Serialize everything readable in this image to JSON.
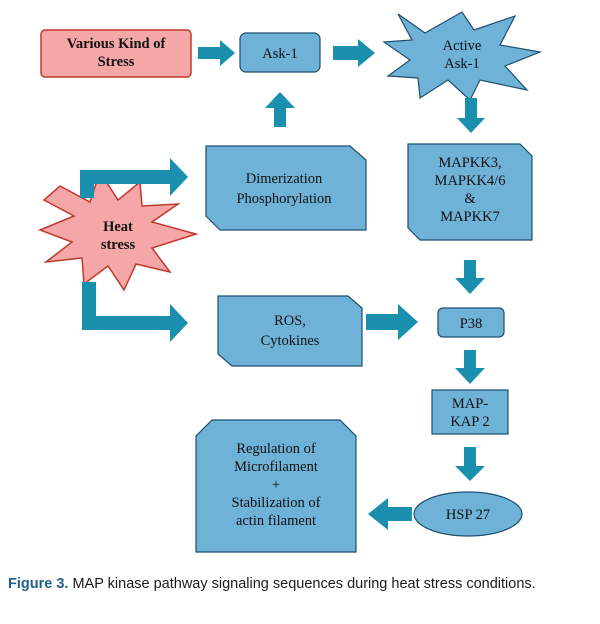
{
  "diagram": {
    "stress": "Various Kind of Stress",
    "ask1": "Ask-1",
    "active_ask1": "Active Ask-1",
    "heat_stress": "Heat stress",
    "dimerization": "Dimerization Phosphorylation",
    "mapkk": "MAPKK3, MAPKK4/6 & MAPKK7",
    "ros": "ROS, Cytokines",
    "p38": "P38",
    "mapkap2": "MAP- KAP 2",
    "regulation": "Regulation of Microfilament + Stabilization of actin filament",
    "hsp27": "HSP 27"
  },
  "caption": {
    "label": "Figure",
    "number": "3.",
    "text": "MAP kinase pathway signaling sequences during heat stress conditions."
  },
  "colors": {
    "box_fill": "#6fb2d8",
    "box_stroke": "#1d4f6e",
    "arrow": "#1a8fae",
    "stress_fill": "#f5a6a6",
    "stress_stroke": "#c0392b"
  }
}
